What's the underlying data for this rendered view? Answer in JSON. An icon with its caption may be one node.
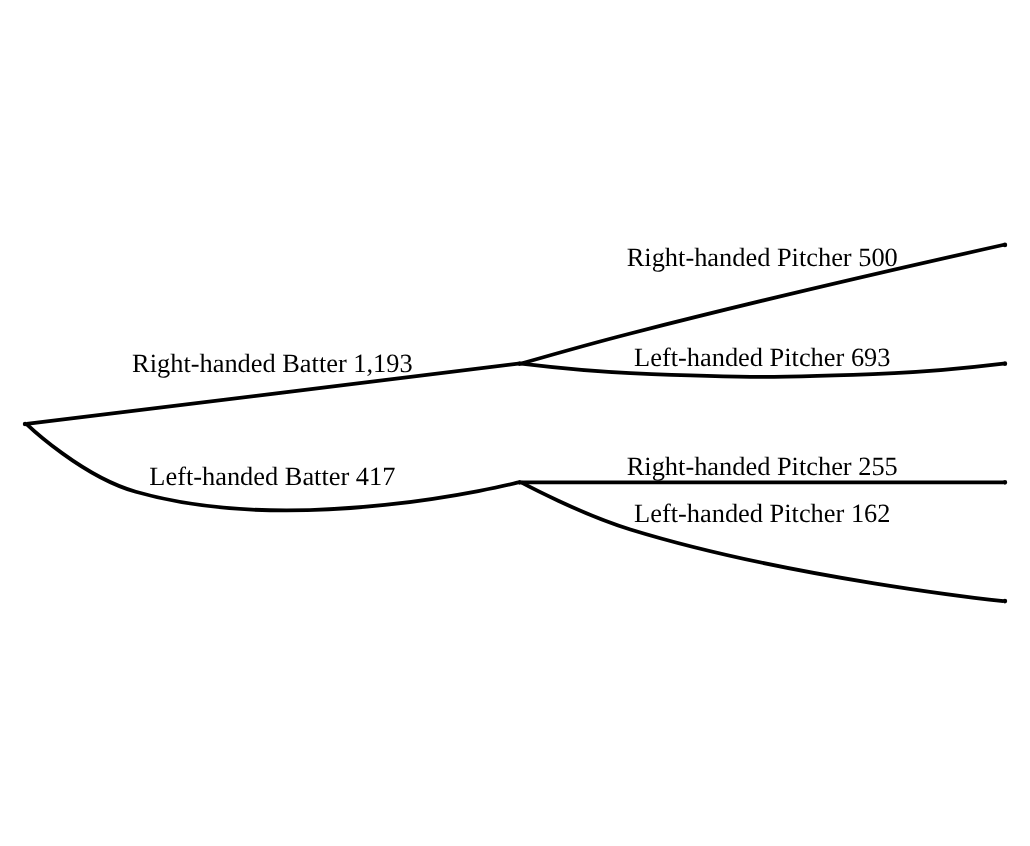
{
  "diagram": {
    "nodes": [
      {
        "text": [],
        "shape": "point"
      },
      {
        "text": [],
        "shape": "point"
      },
      {
        "text": [],
        "shape": "point"
      },
      {
        "text": [],
        "shape": "point"
      },
      {
        "text": [],
        "shape": "point"
      },
      {
        "text": [],
        "shape": "point"
      },
      {
        "text": [],
        "shape": "point"
      }
    ],
    "edges": [
      {
        "from": 0,
        "to": 1,
        "arrow": "none",
        "label": "Right-handed Batter 1,193"
      },
      {
        "from": 0,
        "to": 2,
        "arrow": "none",
        "label": "Left-handed Batter 417"
      },
      {
        "from": 1,
        "to": 3,
        "arrow": "none",
        "label": "Right-handed Pitcher 500"
      },
      {
        "from": 1,
        "to": 4,
        "arrow": "none",
        "label": "Left-handed Pitcher 693"
      },
      {
        "from": 2,
        "to": 5,
        "arrow": "none",
        "label": "Right-handed Pitcher 255"
      },
      {
        "from": 2,
        "to": 6,
        "arrow": "none",
        "label": "Left-handed Pitcher 162"
      }
    ]
  }
}
